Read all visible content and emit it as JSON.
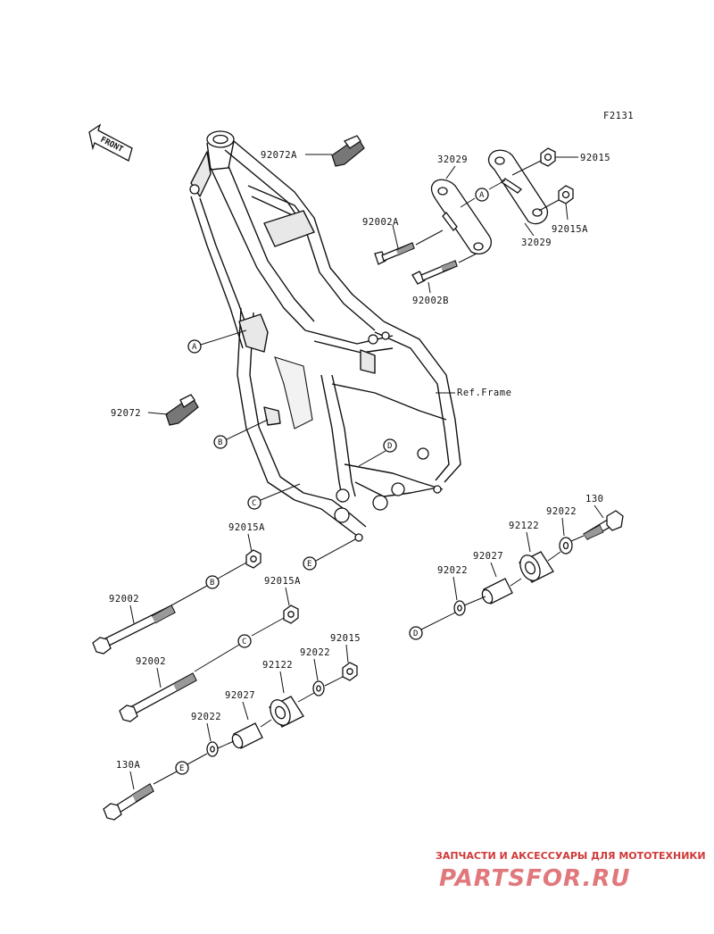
{
  "diagram_code": "F2131",
  "front_label": "FRONT",
  "ref_frame": "Ref.Frame",
  "parts": {
    "p92072A": "92072A",
    "p32029a": "32029",
    "p92015a": "92015",
    "p92002A": "92002A",
    "p32029b": "32029",
    "p92015Aa": "92015A",
    "p92002B": "92002B",
    "p92072": "92072",
    "p130": "130",
    "p92015Ab": "92015A",
    "p92022a": "92022",
    "p92122a": "92122",
    "p92027a": "92027",
    "p92022b": "92022",
    "p92002a": "92002",
    "p92015Ac": "92015A",
    "p92002b": "92002",
    "p92015b": "92015",
    "p92022c": "92022",
    "p92122b": "92122",
    "p92027b": "92027",
    "p92022d": "92022",
    "p130A": "130A"
  },
  "refs": {
    "A": "A",
    "B": "B",
    "C": "C",
    "D": "D",
    "E": "E"
  },
  "watermark": {
    "top": "ЗАПЧАСТИ И АКСЕССУАРЫ ДЛЯ МОТОТЕХНИКИ",
    "brand": "PARTSFOR.RU"
  }
}
